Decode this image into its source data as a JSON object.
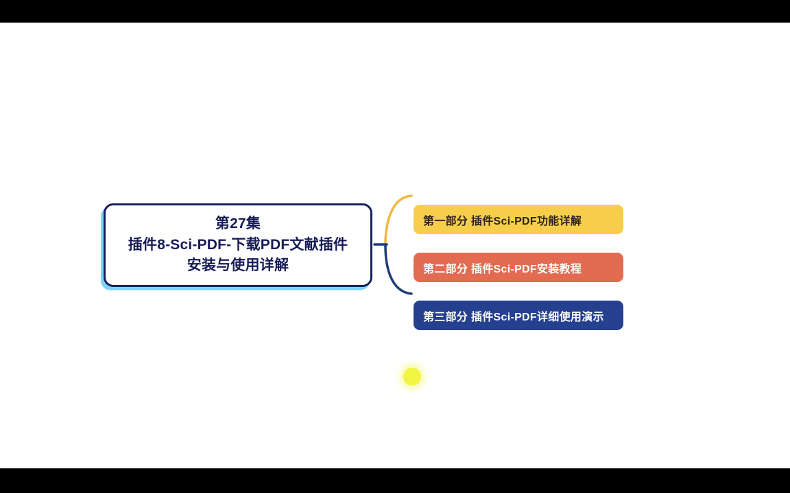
{
  "watermark": {
    "username": "",
    "logo_icon": "bilibili-logo-icon"
  },
  "mindmap": {
    "root": {
      "line1": "第27集",
      "line2": "插件8-Sci-PDF-下载PDF文献插件",
      "line3": "安装与使用详解",
      "border_color": "#14205e",
      "glow_color": "#7fd3f4",
      "text_color": "#171c57"
    },
    "branches": [
      {
        "label": "第一部分 插件Sci-PDF功能详解",
        "bg_color": "#f7ce4b",
        "text_color": "#2d2416",
        "connector_color": "#f0b93f"
      },
      {
        "label": "第二部分 插件Sci-PDF安装教程",
        "bg_color": "#e26b52",
        "text_color": "#ffffff",
        "connector_color": "#e26b52"
      },
      {
        "label": "第三部分 插件Sci-PDF详细使用演示",
        "bg_color": "#25408f",
        "text_color": "#ffffff",
        "connector_color": "#1f3b79"
      }
    ]
  },
  "cursor": {
    "color": "#f2f542"
  }
}
